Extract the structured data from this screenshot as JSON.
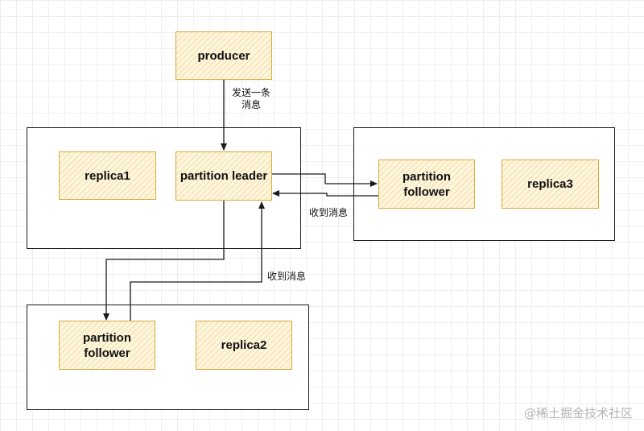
{
  "nodes": {
    "producer": "producer",
    "leader": "partition leader",
    "replica1": "replica1",
    "follower_right": "partition\nfollower",
    "replica3": "replica3",
    "follower_bottom": "partition\nfollower",
    "replica2": "replica2"
  },
  "edges": {
    "send": "发送一条\n消息",
    "ack_right": "收到消息",
    "ack_bottom": "收到消息"
  },
  "watermark": "@稀土掘金技术社区",
  "colors": {
    "node_border": "#d8a93a",
    "node_fill": "#fdf5dc",
    "line": "#1a1a1a"
  }
}
